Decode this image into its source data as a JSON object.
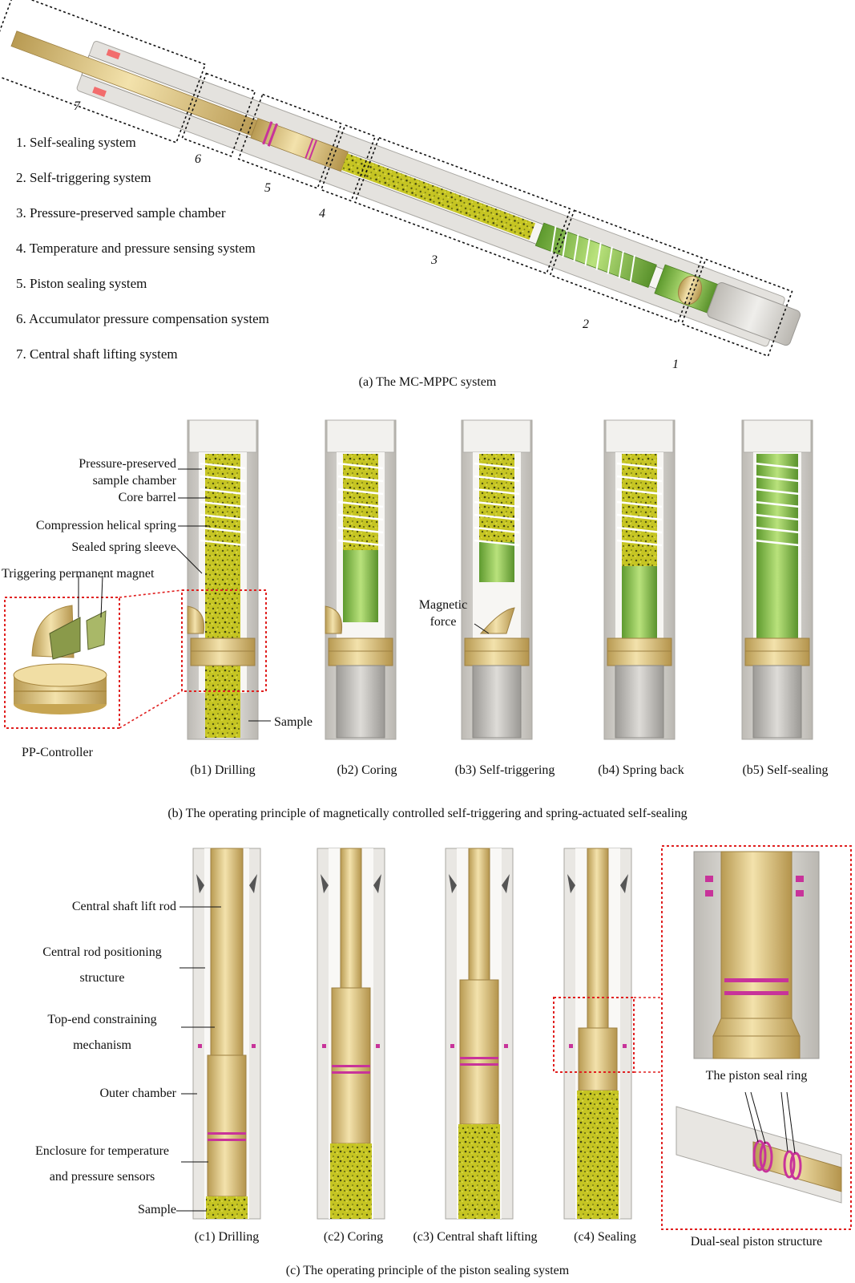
{
  "panel_a": {
    "caption": "(a) The MC-MPPC system",
    "legend": [
      "1. Self-sealing system",
      "2. Self-triggering system",
      "3. Pressure-preserved sample chamber",
      "4. Temperature and pressure sensing system",
      "5. Piston sealing system",
      "6. Accumulator pressure compensation system",
      "7. Central shaft lifting system"
    ],
    "section_numbers": [
      "1",
      "2",
      "3",
      "4",
      "5",
      "6",
      "7"
    ]
  },
  "panel_b": {
    "caption": "(b) The  operating  principle of magnetically controlled self-triggering and spring-actuated self-sealing",
    "labels": {
      "chamber": "Pressure-preserved\nsample chamber",
      "core_barrel": "Core barrel",
      "spring": "Compression helical spring",
      "sleeve": "Sealed spring sleeve",
      "magnet": "Triggering permanent magnet",
      "controller": "PP-Controller",
      "sample": "Sample",
      "magnetic_force": "Magnetic\nforce"
    },
    "stages": [
      "(b1) Drilling",
      "(b2) Coring",
      "(b3) Self-triggering",
      "(b4) Spring back",
      "(b5) Self-sealing"
    ]
  },
  "panel_c": {
    "caption": "(c) The operating principle of the piston sealing system",
    "labels": {
      "lift_rod": "Central shaft lift rod",
      "positioning": "Central rod positioning\nstructure",
      "constraining": "Top-end constraining\nmechanism",
      "outer_chamber": "Outer chamber",
      "enclosure": "Enclosure for temperature\nand pressure sensors",
      "sample": "Sample",
      "seal_ring": "The piston seal ring",
      "dual_seal": "Dual-seal piston structure"
    },
    "stages": [
      "(c1) Drilling",
      "(c2) Coring",
      "(c3) Central shaft lifting",
      "(c4) Sealing"
    ]
  },
  "colors": {
    "brass": "#e0c98a",
    "sample_yellow": "#c9c92a",
    "green": "#8cc65a",
    "steel": "#d6d4d0",
    "magenta": "#c8339a",
    "callout_red": "#e02020"
  }
}
